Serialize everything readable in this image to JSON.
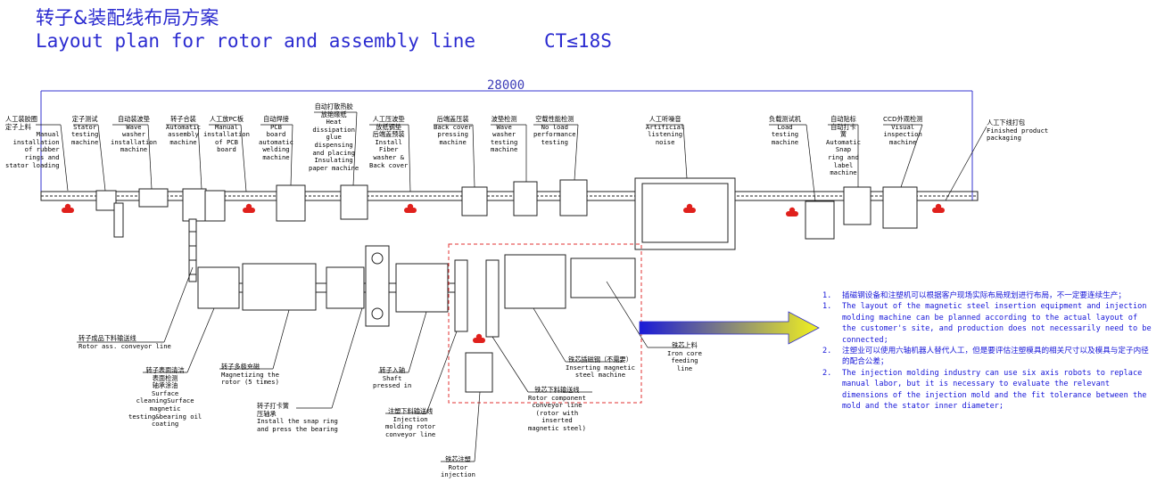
{
  "title": {
    "cn": "转子&装配线布局方案",
    "en": "Layout plan for rotor and assembly line",
    "ct": "CT≤18S"
  },
  "dimension": "28000",
  "colors": {
    "title": "#2b2bd0",
    "dimension_line": "#3535d0",
    "notes": "#1515d8",
    "operator_marker": "#e0201c",
    "dashed_zone": "#e03030",
    "arrow_from": "#1a1ad8",
    "arrow_to": "#f2f21e"
  },
  "top_labels": [
    {
      "cn": "人工装胶圈\n定子上料",
      "en": "Manual\ninstallation\nof rubber\nrings and\nstator loading"
    },
    {
      "cn": "定子测试",
      "en": "Stator\ntesting\nmachine"
    },
    {
      "cn": "自动装波垫",
      "en": "Wave\nwasher\ninstallation\nmachine"
    },
    {
      "cn": "转子合装",
      "en": "Automatic\nassembly\nmachine"
    },
    {
      "cn": "人工放PC板",
      "en": "Manual\ninstallation\nof PCB\nboard"
    },
    {
      "cn": "自动焊接",
      "en": "PCB\nboard\nautomatic\nwelding\nmachine"
    },
    {
      "cn": "自动打散热胶\n放绝缘纸",
      "en": "Heat\ndissipation\nglue\ndispensing\nand placing\nInsulating\npaper machine"
    },
    {
      "cn": "人工压波垫\n放纸钢垫\n后端盖预装",
      "en": "Install\nFiber\nwasher &\nBack cover"
    },
    {
      "cn": "后端盖压装",
      "en": "Back cover\npressing\nmachine"
    },
    {
      "cn": "波垫检测",
      "en": "Wave\nwasher\ntesting\nmachine"
    },
    {
      "cn": "空载性能检测",
      "en": "No load\nperformance\ntesting"
    },
    {
      "cn": "人工听噪音",
      "en": "Artificial\nlistening\nnoise"
    },
    {
      "cn": "负载测试机",
      "en": "Load\ntesting\nmachine"
    },
    {
      "cn": "自动贴标\n自动打卡\n簧",
      "en": "Automatic\nSnap\nring and\nlabel\nmachine"
    },
    {
      "cn": "CCD外观检测",
      "en": "Visual\ninspection\nmachine"
    },
    {
      "cn": "人工下线打包",
      "en": "Finished product\npackaging"
    }
  ],
  "bottom_labels": [
    {
      "cn": "转子成品下料输送线",
      "en": "Rotor ass. conveyor line"
    },
    {
      "cn": "转子表面清洁\n表面检测\n轴承涂油",
      "en": "Surface\ncleaningSurface\nmagnetic\ntesting&bearing oil\ncoating"
    },
    {
      "cn": "转子多极充磁",
      "en": "Magnetizing the\nrotor (5 times)"
    },
    {
      "cn": "转子打卡簧\n压轴承",
      "en": "Install the snap ring\nand press the bearing"
    },
    {
      "cn": "转子入轴",
      "en": "Shaft\npressed in"
    },
    {
      "cn": "注塑下料输送线",
      "en": "Injection\nmolding rotor\nconveyor line"
    },
    {
      "cn": "铁芯注塑",
      "en": "Rotor\ninjection"
    },
    {
      "cn": "铁芯下料输送线",
      "en": "Rotor component\nconveyor line\n(rotor with\ninserted\nmagnetic steel)"
    },
    {
      "cn": "铁芯插磁钢（不需要）",
      "en": "Inserting magnetic\nsteel machine"
    },
    {
      "cn": "铁芯上料",
      "en": "Iron core\nfeeding\nline"
    }
  ],
  "notes": [
    {
      "num": "1.",
      "text": "插磁钢设备和注塑机可以根据客户现场实际布局规划进行布局，不一定要连续生产；",
      "lang": "cn"
    },
    {
      "num": "1.",
      "text": "The layout of the magnetic steel insertion equipment and injection molding machine can be planned according to the actual layout of the customer's site, and production does not necessarily need to be connected;",
      "lang": "en"
    },
    {
      "num": "2.",
      "text": "注塑业可以使用六轴机器人替代人工，但是要评估注塑模具的相关尺寸以及模具与定子内径的配合公差；",
      "lang": "cn"
    },
    {
      "num": "2.",
      "text": "The injection molding industry can use six axis robots to replace manual labor, but it is necessary to evaluate the relevant dimensions of the injection mold and the fit tolerance between the mold and the stator inner diameter;",
      "lang": "en"
    }
  ]
}
